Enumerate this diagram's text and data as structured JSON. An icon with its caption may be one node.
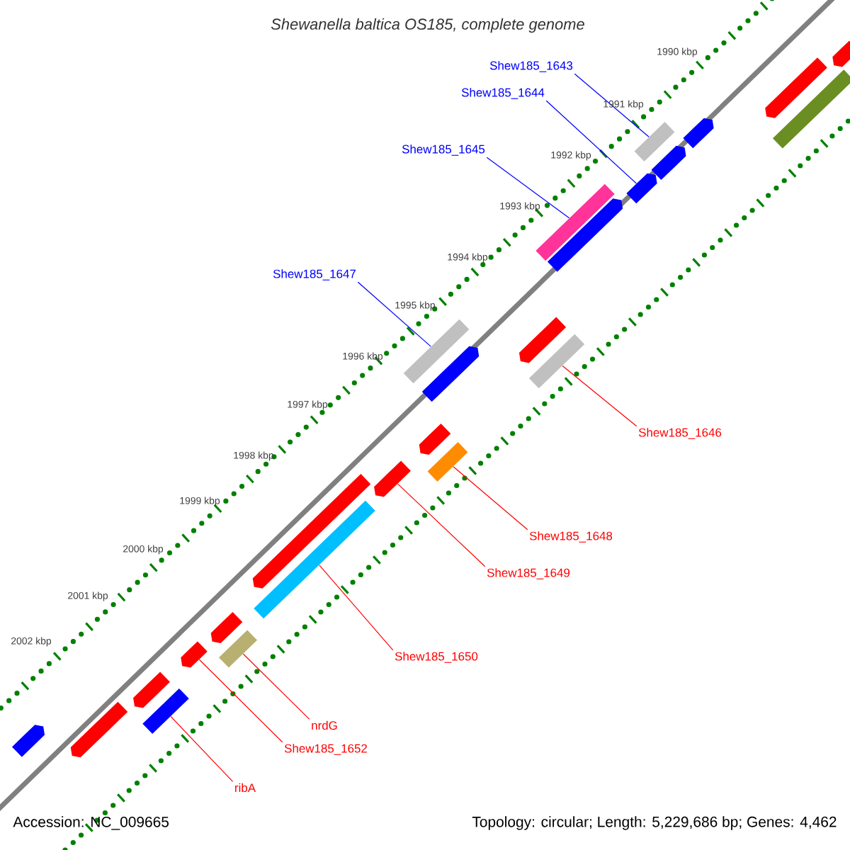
{
  "diagram": {
    "title": "Shewanella baltica OS185, complete genome",
    "nodes": [
      {
        "text": [
          "Shew185_1643"
        ]
      },
      {
        "text": [],
        "shape": "box"
      },
      {
        "text": [
          "Shew185_1644"
        ]
      },
      {
        "text": [],
        "shape": "arrow"
      },
      {
        "text": [
          "Shew185_1645"
        ]
      },
      {
        "text": [],
        "shape": "box"
      },
      {
        "text": [
          "Shew185_1647"
        ]
      },
      {
        "text": [],
        "shape": "box"
      },
      {
        "text": [
          "Shew185_1646"
        ]
      },
      {
        "text": [],
        "shape": "box"
      },
      {
        "text": [
          "Shew185_1648"
        ]
      },
      {
        "text": [],
        "shape": "box"
      },
      {
        "text": [
          "Shew185_1649"
        ]
      },
      {
        "text": [],
        "shape": "arrow"
      },
      {
        "text": [
          "Shew185_1650"
        ]
      },
      {
        "text": [],
        "shape": "box"
      },
      {
        "text": [
          "nrdG"
        ]
      },
      {
        "text": [],
        "shape": "box"
      },
      {
        "text": [
          "Shew185_1652"
        ]
      },
      {
        "text": [],
        "shape": "arrow"
      },
      {
        "text": [
          "ribA"
        ]
      },
      {
        "text": [],
        "shape": "box"
      },
      {
        "text": [],
        "shape": "arrow"
      },
      {
        "text": [],
        "shape": "arrow"
      },
      {
        "text": [],
        "shape": "box"
      },
      {
        "text": [],
        "shape": "arrow"
      },
      {
        "text": [],
        "shape": "arrow"
      },
      {
        "text": [],
        "shape": "arrow"
      },
      {
        "text": [],
        "shape": "arrow"
      },
      {
        "text": [],
        "shape": "arrow"
      },
      {
        "text": [],
        "shape": "arrow"
      },
      {
        "text": [],
        "shape": "arrow"
      },
      {
        "text": [],
        "shape": "arrow"
      },
      {
        "text": [],
        "shape": "arrow"
      },
      {
        "text": [],
        "shape": "arrow"
      },
      {
        "text": [],
        "shape": "arrow"
      }
    ],
    "edges": [
      {
        "from": 0,
        "to": 1,
        "arrow": "none",
        "color": "#0000ff"
      },
      {
        "from": 2,
        "to": 3,
        "arrow": "none",
        "color": "#0000ff"
      },
      {
        "from": 4,
        "to": 5,
        "arrow": "none",
        "color": "#0000ff"
      },
      {
        "from": 6,
        "to": 7,
        "arrow": "none",
        "color": "#0000ff"
      },
      {
        "from": 8,
        "to": 9,
        "arrow": "none"
      },
      {
        "from": 10,
        "to": 11,
        "arrow": "none"
      },
      {
        "from": 12,
        "to": 13,
        "arrow": "none"
      },
      {
        "from": 14,
        "to": 15,
        "arrow": "none"
      },
      {
        "from": 16,
        "to": 17,
        "arrow": "none"
      },
      {
        "from": 18,
        "to": 19,
        "arrow": "none"
      },
      {
        "from": 20,
        "to": 21,
        "arrow": "none"
      }
    ],
    "labels": [
      "1990 kbp",
      "1991 kbp",
      "1992 kbp",
      "1993 kbp",
      "1994 kbp",
      "1995 kbp",
      "1996 kbp",
      "1997 kbp",
      "1998 kbp",
      "1999 kbp",
      "2000 kbp",
      "2001 kbp",
      "2002 kbp",
      "Accession: NC_009665",
      "Topology: circular; Length: 5,229,686 bp; Genes: 4,462"
    ]
  }
}
